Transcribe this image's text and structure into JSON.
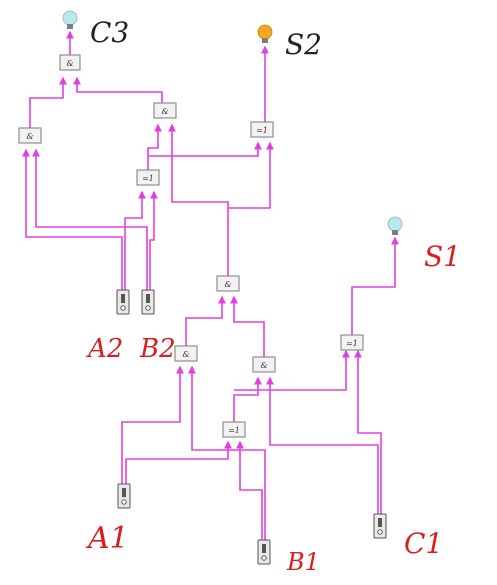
{
  "gates": {
    "c3_and": "&",
    "upper_and": "&",
    "left_and": "&",
    "upper_xor": "=1",
    "s2_xor": "=1",
    "mid_and": "&",
    "lower_and_left": "&",
    "lower_and_right": "&",
    "s1_xor": "=1",
    "lower_xor": "=1"
  },
  "labels": {
    "c3": "C3",
    "s2": "S2",
    "s1": "S1",
    "a2": "A2",
    "b2": "B2",
    "a1": "A1",
    "b1": "B1",
    "c1": "C1"
  },
  "colors": {
    "wire": "#e040e0",
    "bulb_on": "#f5a623",
    "bulb_off": "#b9e8ee",
    "label_red": "#d81e1e",
    "label_dark": "#222222"
  },
  "lamps": {
    "c3": "off",
    "s2": "on",
    "s1": "off"
  }
}
